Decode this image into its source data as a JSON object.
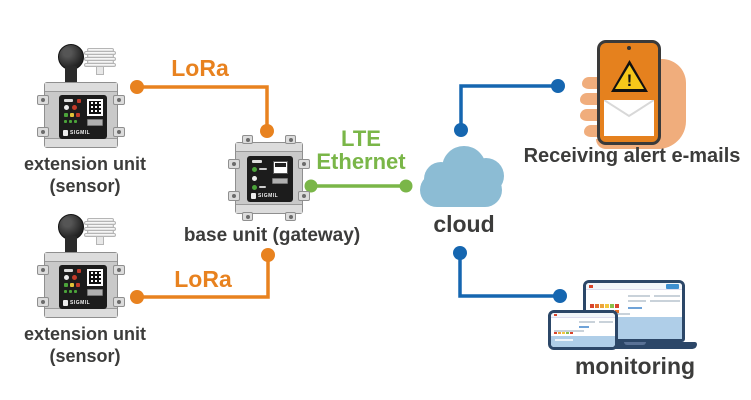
{
  "colors": {
    "orange": "#E8821F",
    "green": "#7AB648",
    "blue": "#1566B0",
    "cloud_blue": "#8CBCD4",
    "text_dark": "#3C3C3B",
    "device_gray": "#C9C9C9",
    "device_cap": "#DCDCDC",
    "device_border": "#8F8F8F",
    "panel_black": "#1C1C1C",
    "hand_tan": "#F0AD7C",
    "screen_orange": "#E5811E",
    "warning_yellow": "#F5C71A",
    "laptop_navy": "#2C4768",
    "dashboard_blue": "#AFCEE8",
    "button_blue": "#3E8FD0"
  },
  "nodes": {
    "extension_unit_1": {
      "label_line1": "extension unit",
      "label_line2": "(sensor)",
      "brand": "SIGMIL"
    },
    "extension_unit_2": {
      "label_line1": "extension unit",
      "label_line2": "(sensor)",
      "brand": "SIGMIL"
    },
    "base_unit": {
      "label": "base unit (gateway)",
      "brand": "SIGMIL"
    },
    "cloud": {
      "label": "cloud"
    },
    "alert_phone": {
      "label": "Receiving alert e-mails"
    },
    "monitoring": {
      "label": "monitoring"
    }
  },
  "links": {
    "lora_top": {
      "label": "LoRa"
    },
    "lora_bottom": {
      "label": "LoRa"
    },
    "lte_ethernet": {
      "label_line1": "LTE",
      "label_line2": "Ethernet"
    }
  }
}
